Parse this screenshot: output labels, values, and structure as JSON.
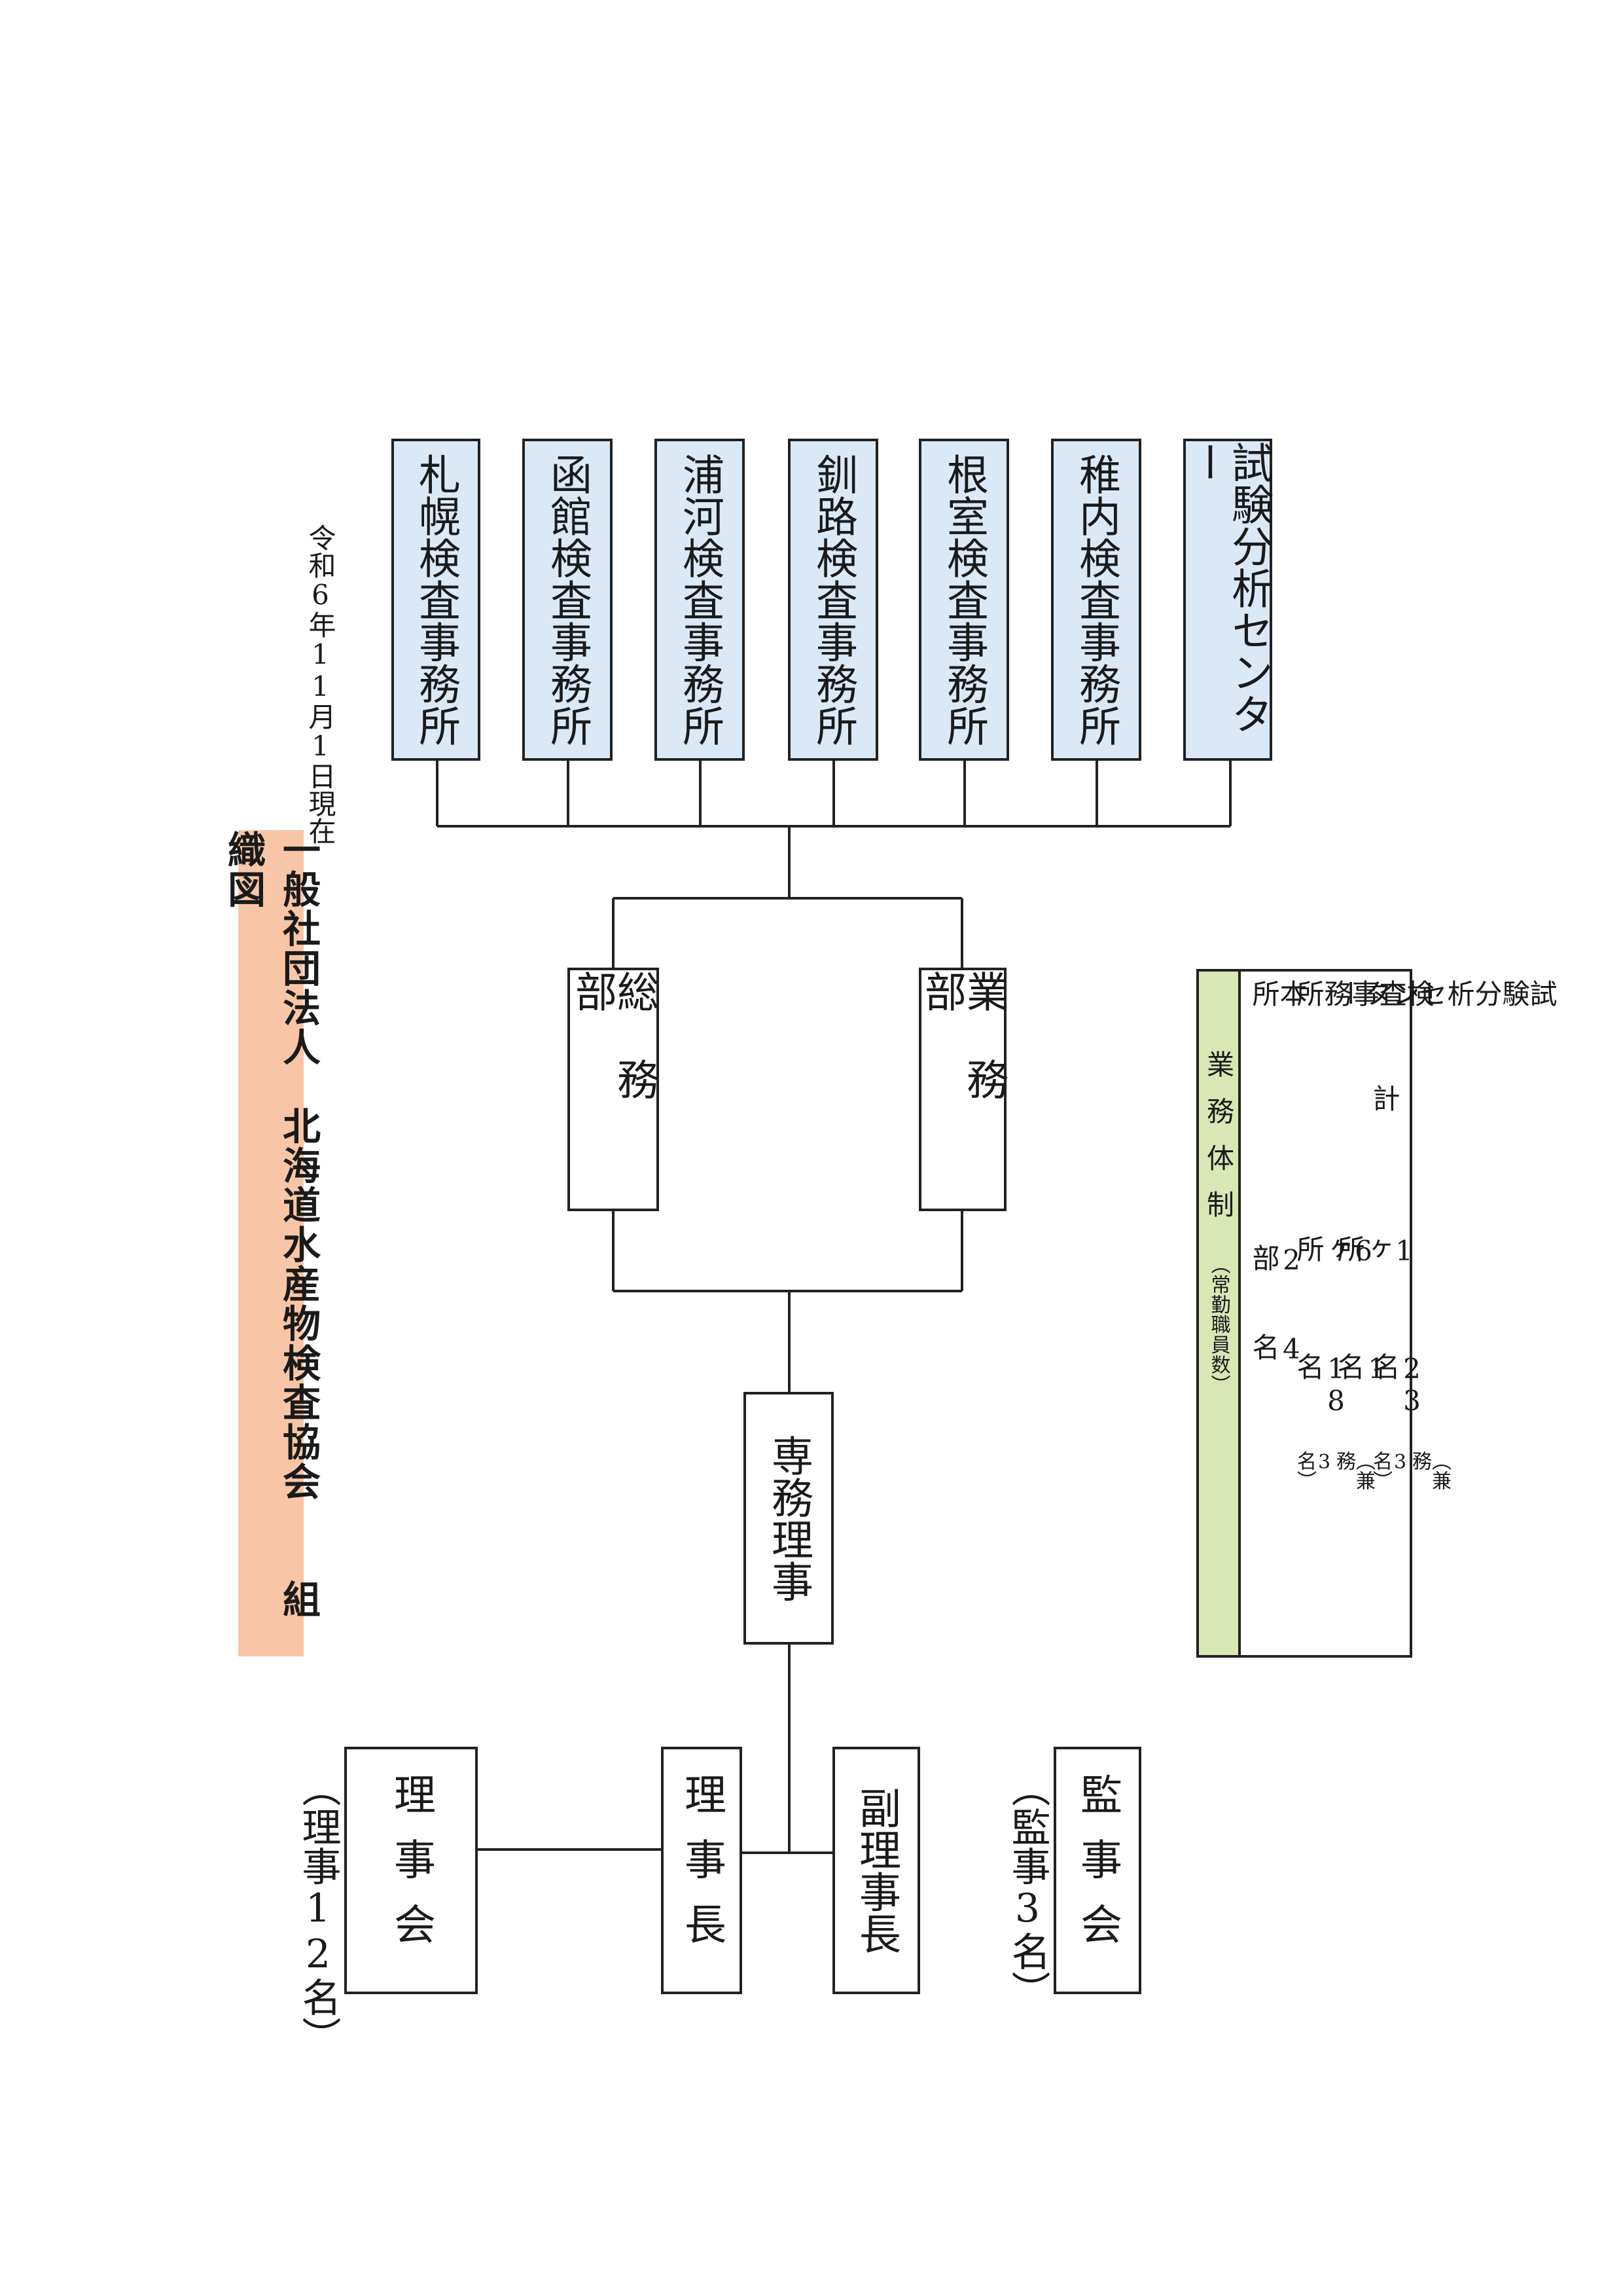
{
  "title": {
    "org_type": "一般社団法人",
    "org_name": "北海道水産物検査協会",
    "doc_name": "組織図"
  },
  "date": "令和6年11月1日現在",
  "board": {
    "directors_note": "（理事12名）",
    "directors": "理事会",
    "chairman": "理事長",
    "vice_chairman": "副理事長",
    "auditors_note": "（監事3名）",
    "auditors": "監事会",
    "executive": "専務理事"
  },
  "departments": [
    "総務部",
    "業務部"
  ],
  "offices": [
    "札幌検査事務所",
    "函館検査事務所",
    "浦河検査事務所",
    "釧路検査事務所",
    "根室検査事務所",
    "稚内検査事務所",
    "試験分析センター"
  ],
  "staffing": {
    "header": "業務体制",
    "header_sub": "（常勤職員数）",
    "rows": [
      {
        "label": "本　所",
        "units": "2部",
        "count": "4名",
        "note": ""
      },
      {
        "label": "検査事務所",
        "units": "6ヶ所",
        "count": "18名",
        "note": "（兼務3名）"
      },
      {
        "label": "試験分析センター",
        "units": "1ヶ所",
        "count": "1名",
        "note": ""
      },
      {
        "label": "計",
        "units": "",
        "count": "23名",
        "note": "（兼務3名）"
      }
    ]
  },
  "colors": {
    "office_fill": "#dbe9f7",
    "title_fill": "#f8c6a6",
    "table_header_fill": "#d9e7b4"
  }
}
